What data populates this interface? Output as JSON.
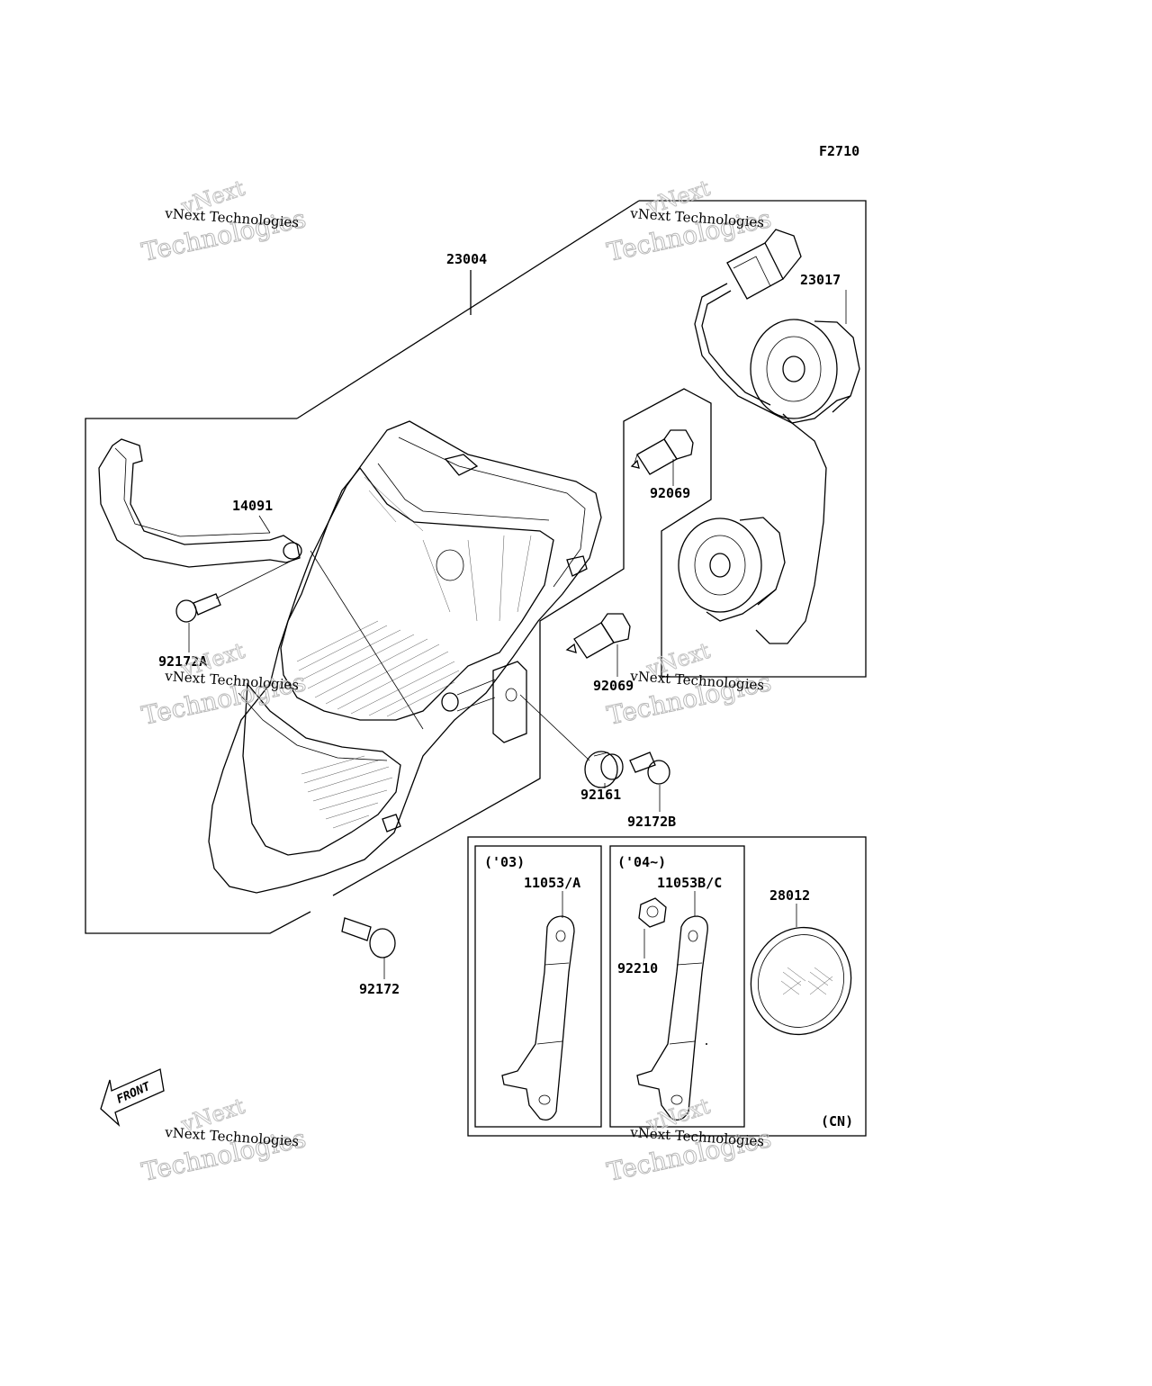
{
  "figure_code": "F2710",
  "part_labels": {
    "headlight_assembly": "23004",
    "bracket_cover": "14091",
    "screw_a": "92172A",
    "socket_harness": "23017",
    "bulb_upper": "92069",
    "bulb_lower": "92069",
    "grommet": "92161",
    "screw_b": "92172B",
    "screw": "92172",
    "bracket_a": "11053/A",
    "bracket_bc": "11053B/C",
    "nut": "92210",
    "reflector": "28012"
  },
  "variant_labels": {
    "year_2003": "('03)",
    "year_2004_on": "('04~)",
    "market": "(CN)"
  },
  "front_label": "FRONT",
  "watermark": {
    "line1": "vNext Technologies",
    "line2": "Technologies",
    "line3": "vNext"
  }
}
